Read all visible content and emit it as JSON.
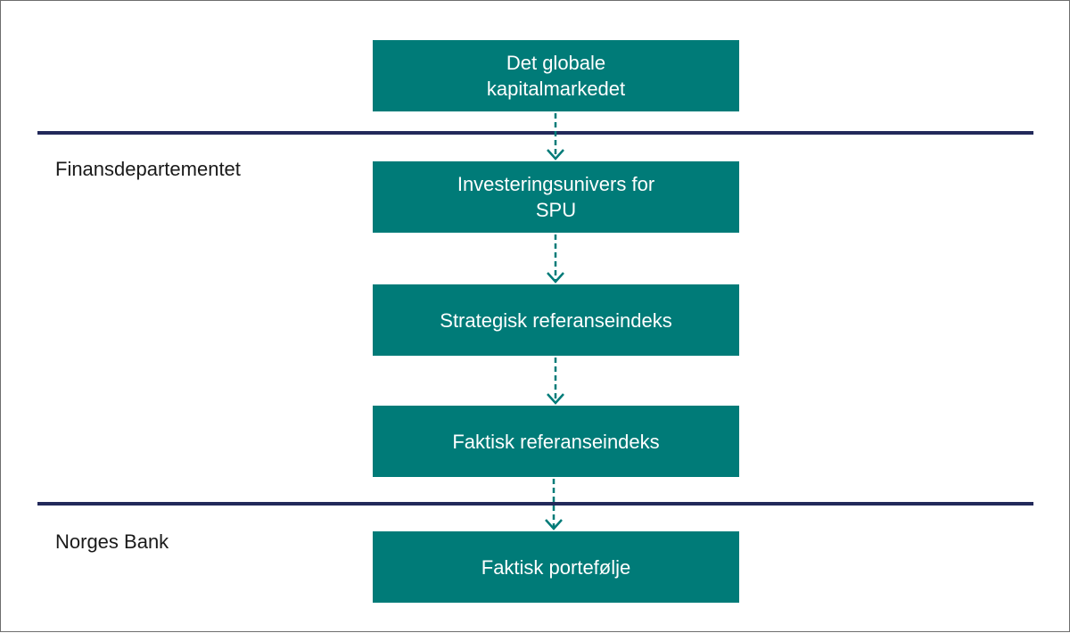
{
  "sections": {
    "finansdepartementet": "Finansdepartementet",
    "norges_bank": "Norges Bank"
  },
  "boxes": [
    {
      "label": "Det globale kapitalmarkedet"
    },
    {
      "label": "Investeringsunivers for SPU"
    },
    {
      "label": "Strategisk referanseindeks"
    },
    {
      "label": "Faktisk referanseindeks"
    },
    {
      "label": "Faktisk portefølje"
    }
  ],
  "colors": {
    "box_fill": "#007b78",
    "box_text": "#ffffff",
    "divider": "#22295a",
    "arrow": "#007b78"
  }
}
